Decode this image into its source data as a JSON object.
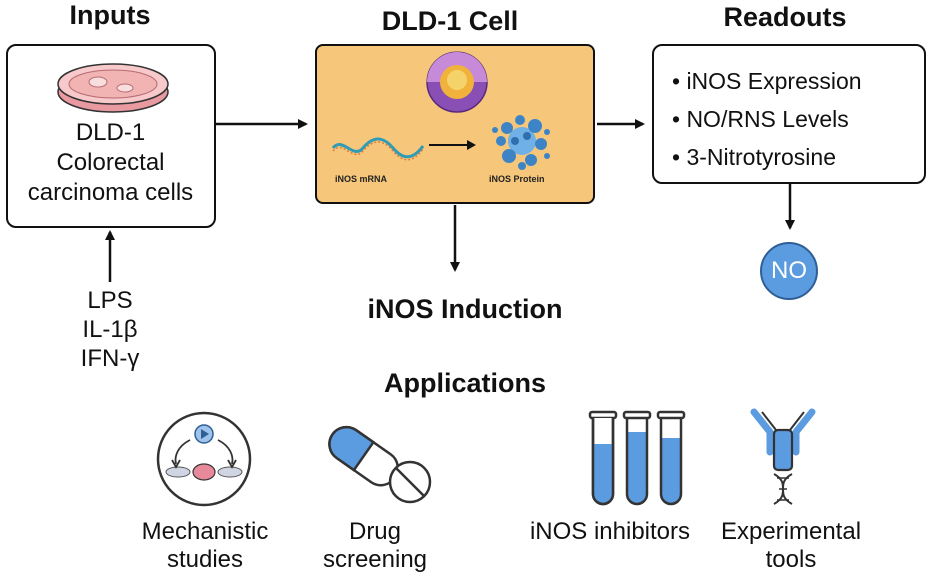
{
  "inputs": {
    "heading": "Inputs",
    "cell_lines": [
      "DLD-1",
      "Colorectal",
      "carcinoma cells"
    ],
    "stimuli": [
      "LPS",
      "IL-1β",
      "IFN-γ"
    ]
  },
  "cell": {
    "heading": "DLD-1 Cell",
    "mrna_label": "iNOS mRNA",
    "protein_label": "iNOS Protein",
    "induction_label": "iNOS Induction"
  },
  "readouts": {
    "heading": "Readouts",
    "items": [
      "• iNOS Expression",
      "• NO/RNS Levels",
      "• 3-Nitrotyrosine"
    ],
    "no_badge": "NO"
  },
  "applications": {
    "heading": "Applications",
    "items": [
      {
        "line1": "Mechanistic",
        "line2": "studies",
        "icon": "cycle-icon"
      },
      {
        "line1": "Drug",
        "line2": "screening",
        "icon": "pill-icon"
      },
      {
        "line1": "iNOS inhibitors",
        "line2": "",
        "icon": "test-tubes-icon"
      },
      {
        "line1": "Experimental",
        "line2": "tools",
        "icon": "antibody-dna-icon"
      }
    ]
  },
  "colors": {
    "cell_box_fill": "#f6c77a",
    "accent_blue": "#5b9bdf",
    "dish_pink": "#f2b3b3"
  }
}
